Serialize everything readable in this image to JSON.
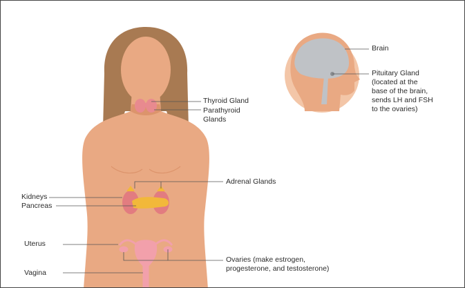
{
  "colors": {
    "skin": "#e9a983",
    "skin_shadow": "#dc946c",
    "hair": "#a87a52",
    "line": "#555555",
    "thyroid": "#e88a8f",
    "kidney": "#e27c80",
    "pancreas": "#f2b83a",
    "adrenal": "#f2b83a",
    "uterus": "#f2a0ab",
    "brain": "#bfc2c6",
    "head_circle": "#f3c6a8"
  },
  "labels": {
    "brain": "Brain",
    "pituitary": "Pituitary Gland\n(located at the\nbase of the brain,\nsends LH and FSH\nto the ovaries)",
    "thyroid": "Thyroid Gland",
    "parathyroid": "Parathyroid\nGlands",
    "adrenal": "Adrenal Glands",
    "kidneys": "Kidneys",
    "pancreas": "Pancreas",
    "uterus": "Uterus",
    "ovaries": "Ovaries (make estrogen,\nprogesterone, and testosterone)",
    "vagina": "Vagina"
  }
}
